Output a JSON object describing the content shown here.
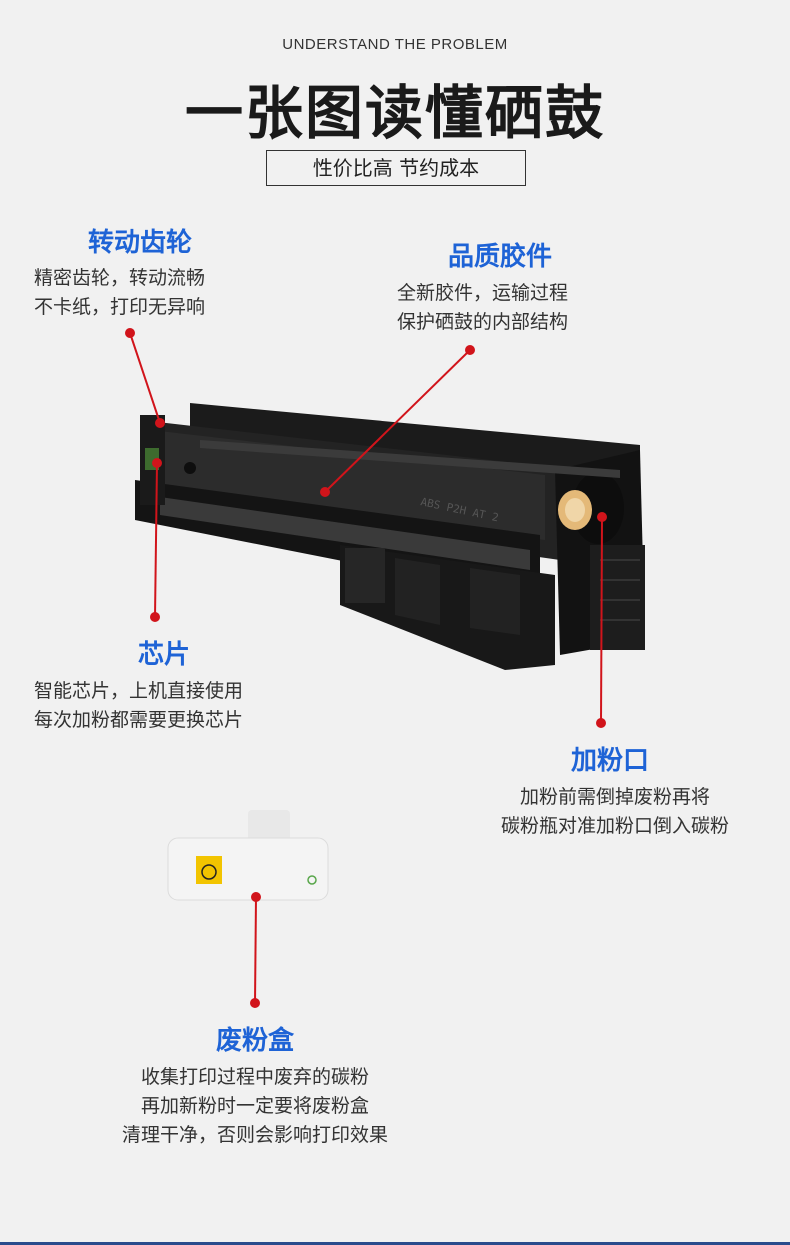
{
  "header": {
    "subtitle_en": "UNDERSTAND THE PROBLEM",
    "title": "一张图读懂硒鼓",
    "tagline": "性价比高  节约成本"
  },
  "features": {
    "gear": {
      "title": "转动齿轮",
      "desc_line1": "精密齿轮，转动流畅",
      "desc_line2": "不卡纸，打印无异响"
    },
    "rubber": {
      "title": "品质胶件",
      "desc_line1": "全新胶件，运输过程",
      "desc_line2": "保护硒鼓的内部结构"
    },
    "chip": {
      "title": "芯片",
      "desc_line1": "智能芯片，上机直接使用",
      "desc_line2": "每次加粉都需要更换芯片"
    },
    "port": {
      "title": "加粉口",
      "desc_line1": "加粉前需倒掉废粉再将",
      "desc_line2": "碳粉瓶对准加粉口倒入碳粉"
    },
    "waste": {
      "title": "废粉盒",
      "desc_line1": "收集打印过程中废弃的碳粉",
      "desc_line2": "再加新粉时一定要将废粉盒",
      "desc_line3": "清理干净，否则会影响打印效果"
    }
  },
  "product": {
    "cartridge_text": "ABS  P2H  AT 2"
  },
  "colors": {
    "accent_blue": "#1e63d6",
    "pointer_red": "#d1141b",
    "background": "#f1f1f1"
  }
}
